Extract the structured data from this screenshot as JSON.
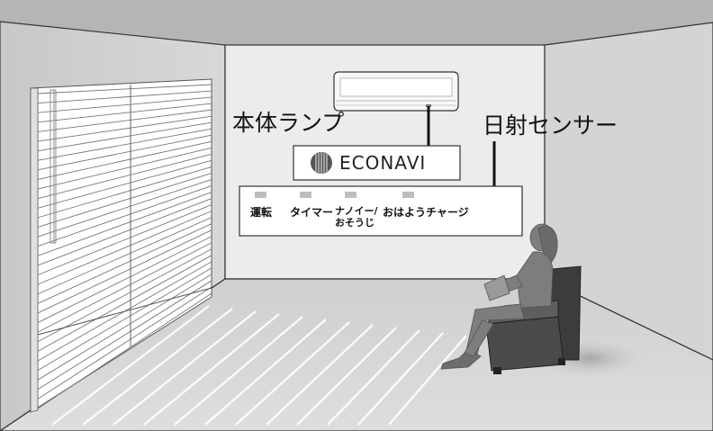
{
  "callouts": {
    "body_lamp": "本体ランプ",
    "solar_sensor": "日射センサー"
  },
  "brand": {
    "name": "ECONAVI"
  },
  "indicator_panel": {
    "lamps": [
      {
        "label": "運転"
      },
      {
        "label": "タイマー"
      },
      {
        "label": "ナノイー/",
        "label2": "おそうじ"
      },
      {
        "label": "おはようチャージ"
      }
    ]
  },
  "colors": {
    "wall_back": "#ececec",
    "wall_side": "#cfcfcf",
    "floor": "#d6d6d6",
    "ceiling": "#b8b8b8",
    "person": "#7a7a7a",
    "chair": "#444444"
  }
}
